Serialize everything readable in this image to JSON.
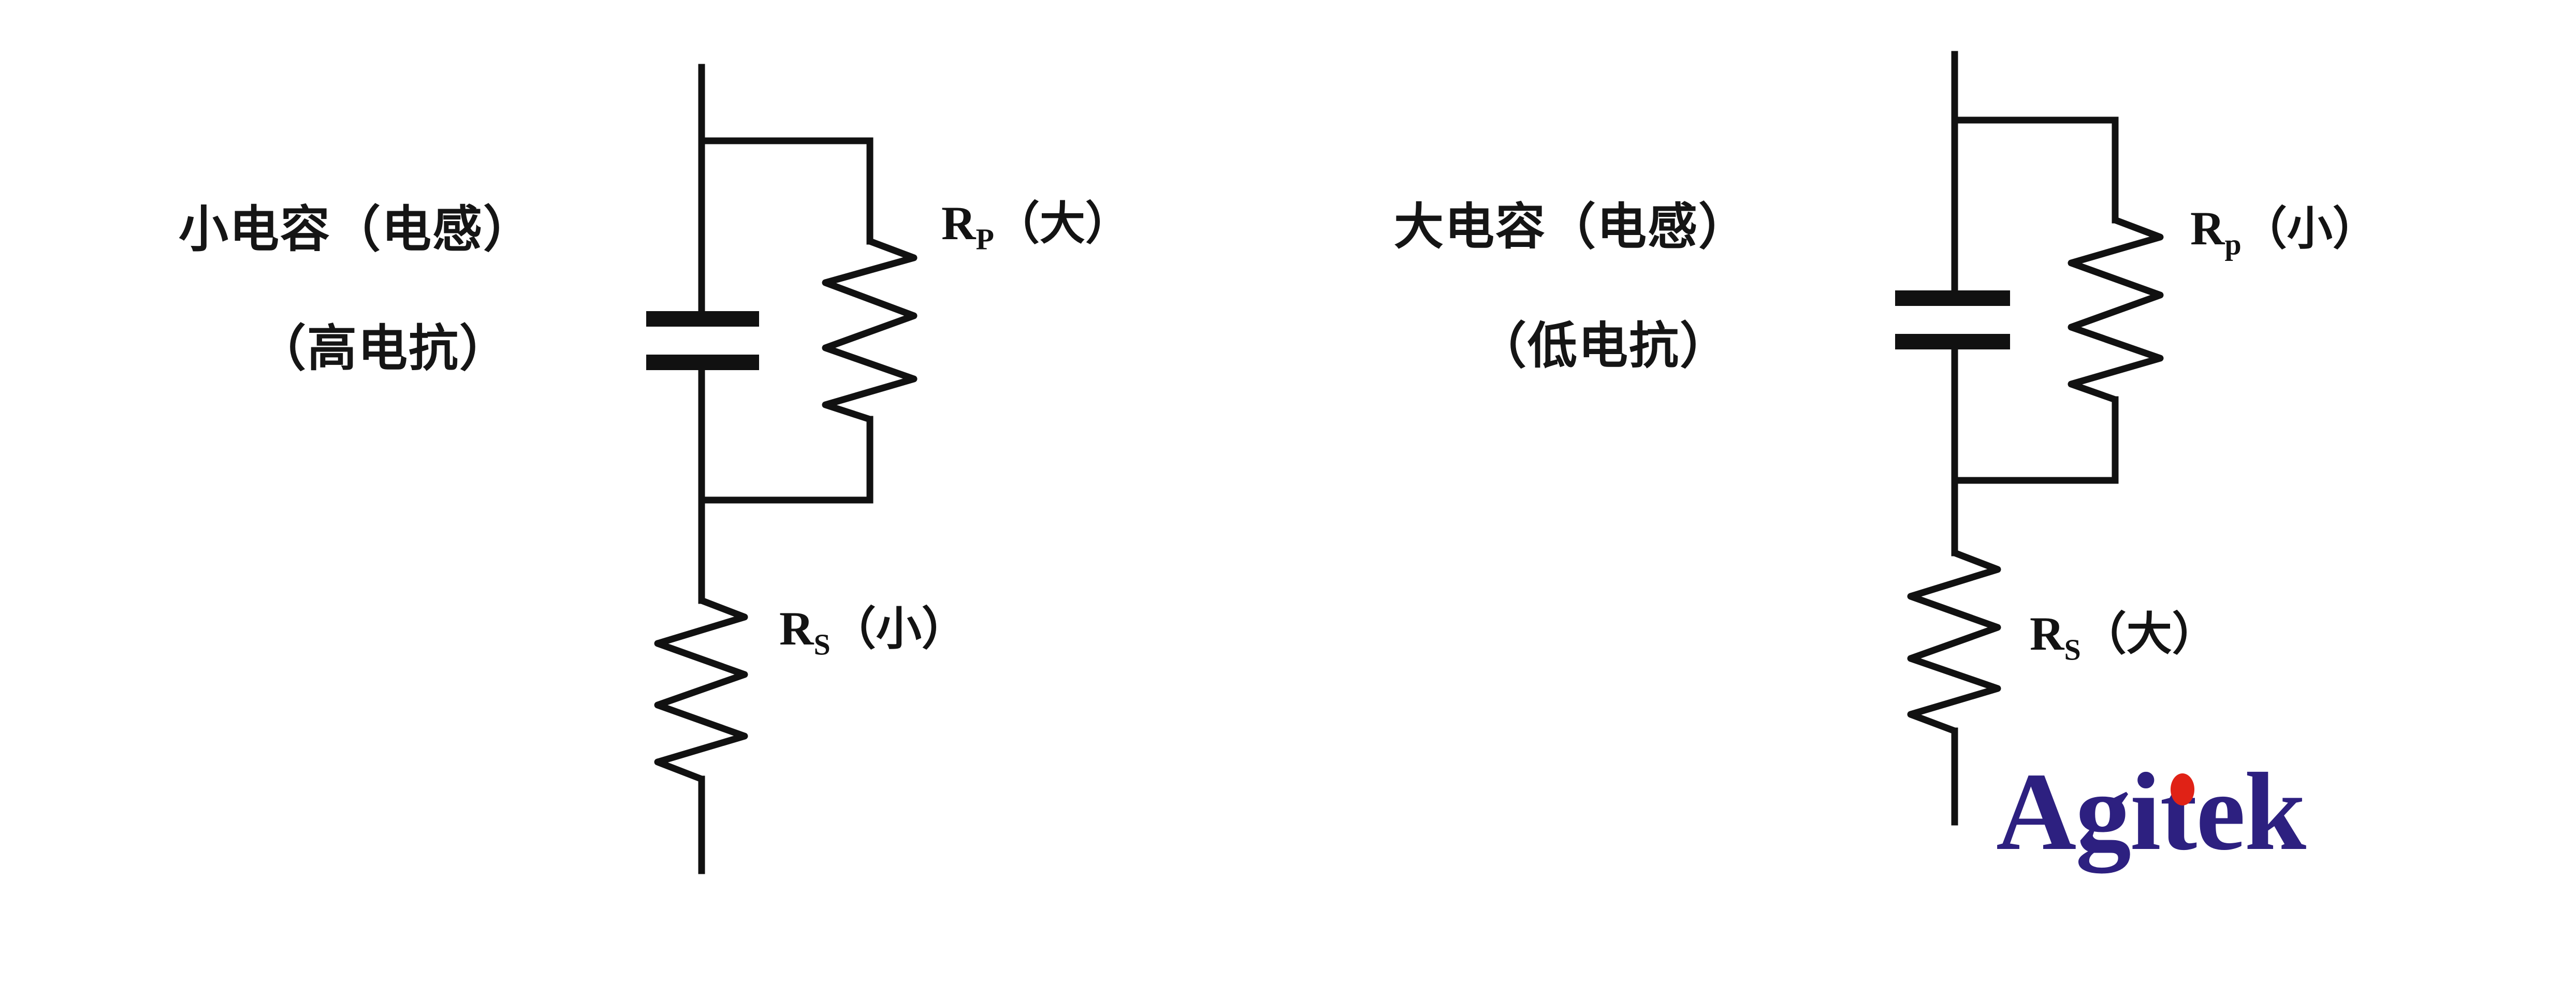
{
  "figure": {
    "type": "electrical-schematic-comparison",
    "background_color": "#ffffff",
    "ink_color": "#111111"
  },
  "circuits": [
    {
      "id": "left",
      "component_label_line1": "小电容（电感）",
      "component_label_line2": "（高电抗）",
      "parallel_resistor": {
        "symbol": "R",
        "subscript": "P",
        "qualifier": "（大）"
      },
      "series_resistor": {
        "symbol": "R",
        "subscript": "S",
        "qualifier": "（小）"
      }
    },
    {
      "id": "right",
      "component_label_line1": "大电容（电感）",
      "component_label_line2": "（低电抗）",
      "parallel_resistor": {
        "symbol": "R",
        "subscript": "p",
        "qualifier": "（小）"
      },
      "series_resistor": {
        "symbol": "R",
        "subscript": "S",
        "qualifier": "（大）"
      }
    }
  ],
  "watermark": {
    "text": "Agitek",
    "text_color": "#2d2080",
    "dot_color": "#e02216"
  }
}
